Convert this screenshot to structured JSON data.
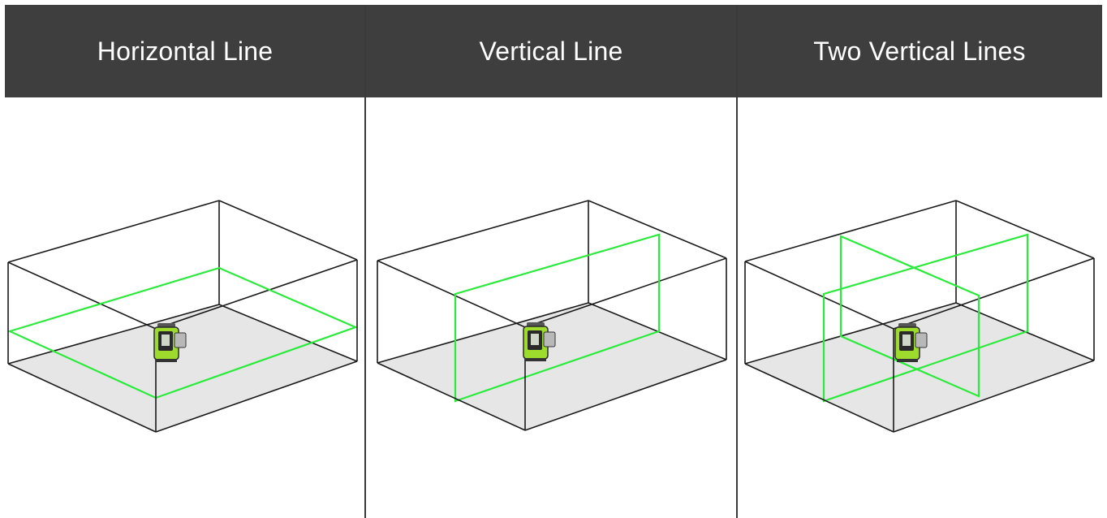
{
  "panels": [
    {
      "title": "Horizontal Line",
      "mode": "horizontal"
    },
    {
      "title": "Vertical Line",
      "mode": "vertical"
    },
    {
      "title": "Two Vertical Lines",
      "mode": "two-vertical"
    }
  ],
  "colors": {
    "header_bg": "#3e3e3e",
    "header_text": "#ffffff",
    "box_edge": "#1a1a1a",
    "floor": "#e6e6e6",
    "laser": "#2bea3c",
    "device_body": "#9ddc2c",
    "device_dark": "#2a2a2a"
  }
}
